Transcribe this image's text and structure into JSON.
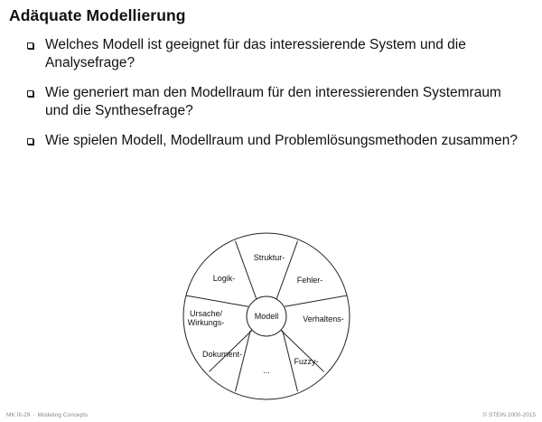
{
  "slide": {
    "title": "Adäquate Modellierung",
    "bullets": [
      {
        "line1": "Welches Modell ist geeignet für das interessierende System und die",
        "line2": "Analysefrage?"
      },
      {
        "line1": "Wie generiert man den Modellraum für den interessierenden Systemraum",
        "line2": "und die Synthesefrage?"
      },
      {
        "line1": "Wie spielen Modell, Modellraum und Problemlösungsmethoden zusammen?",
        "line2": ""
      }
    ]
  },
  "diagram": {
    "center_label": "Modell",
    "segments": {
      "top": "Struktur-",
      "top_right": "Fehler-",
      "right": "Verhaltens-",
      "bottom_right": "Fuzzy-",
      "bottom": "...",
      "bottom_left": "Dokument-",
      "left_line1": "Ursache/",
      "left_line2": "Wirkungs-",
      "top_left": "Logik-"
    }
  },
  "footer": {
    "left_code": "MK:III-29",
    "left_title": "Modeling Concepts",
    "right": "© STEIN 2000-2015"
  }
}
